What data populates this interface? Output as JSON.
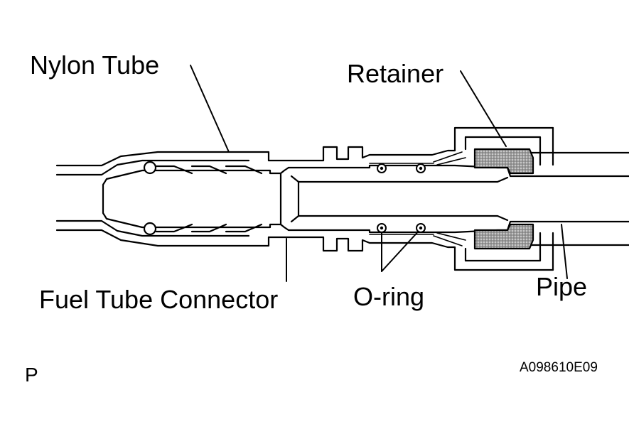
{
  "labels": {
    "nylon_tube": "Nylon Tube",
    "retainer": "Retainer",
    "fuel_tube_connector": "Fuel Tube Connector",
    "o_ring": "O-ring",
    "pipe": "Pipe",
    "corner_mark": "P",
    "figure_code": "A098610E09"
  },
  "colors": {
    "line": "#000000",
    "background": "#ffffff",
    "retainer_fill": "#9a9a9a"
  }
}
